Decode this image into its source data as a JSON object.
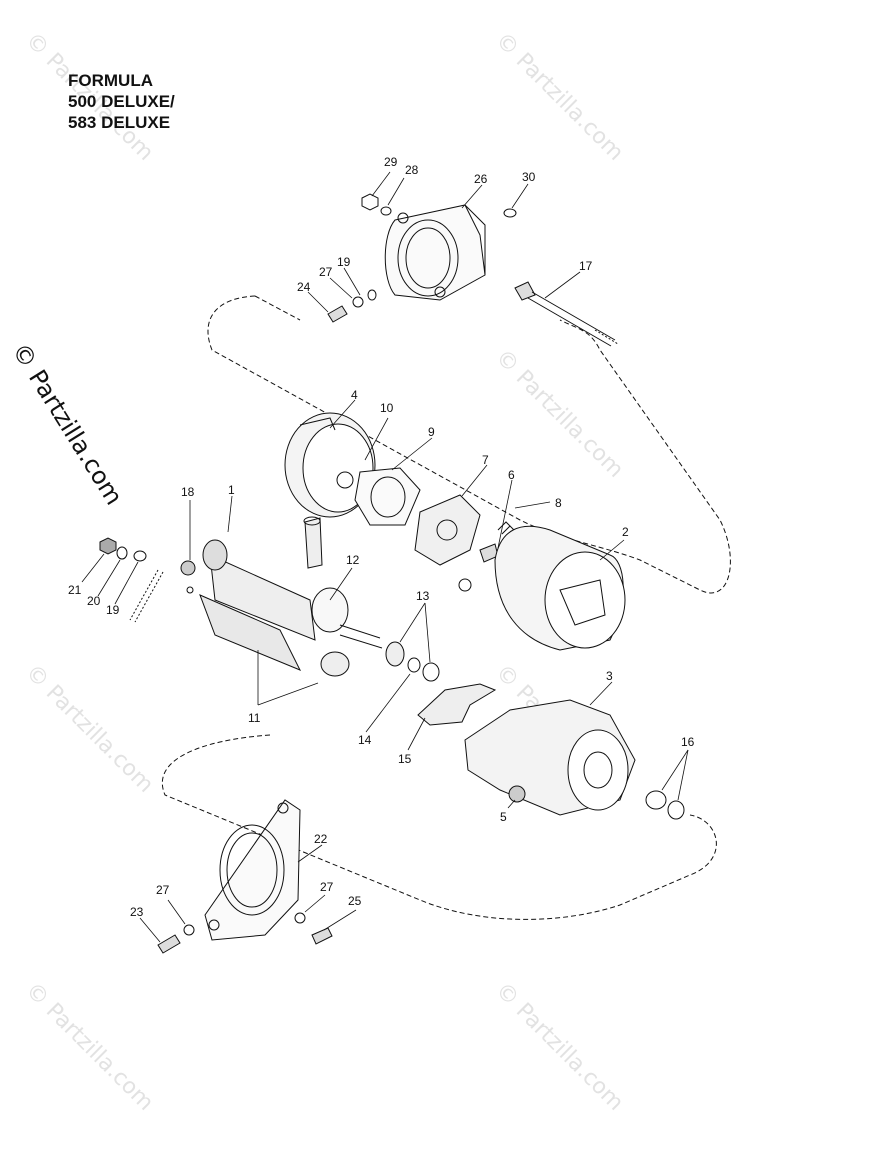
{
  "title": {
    "line1": "FORMULA",
    "line2": "500 DELUXE/",
    "line3": "583 DELUXE"
  },
  "watermark": {
    "main": "© Partzilla.com",
    "tile": "© Partzilla.com"
  },
  "callouts": [
    "29",
    "28",
    "26",
    "30",
    "19",
    "27",
    "24",
    "17",
    "4",
    "10",
    "9",
    "7",
    "6",
    "8",
    "18",
    "1",
    "12",
    "2",
    "21",
    "20",
    "19",
    "13",
    "3",
    "11",
    "14",
    "15",
    "16",
    "5",
    "22",
    "27",
    "27",
    "23",
    "25"
  ],
  "colors": {
    "line": "#111111",
    "watermark": "#e2e2e2",
    "part_fill": "#f2f2f2"
  }
}
